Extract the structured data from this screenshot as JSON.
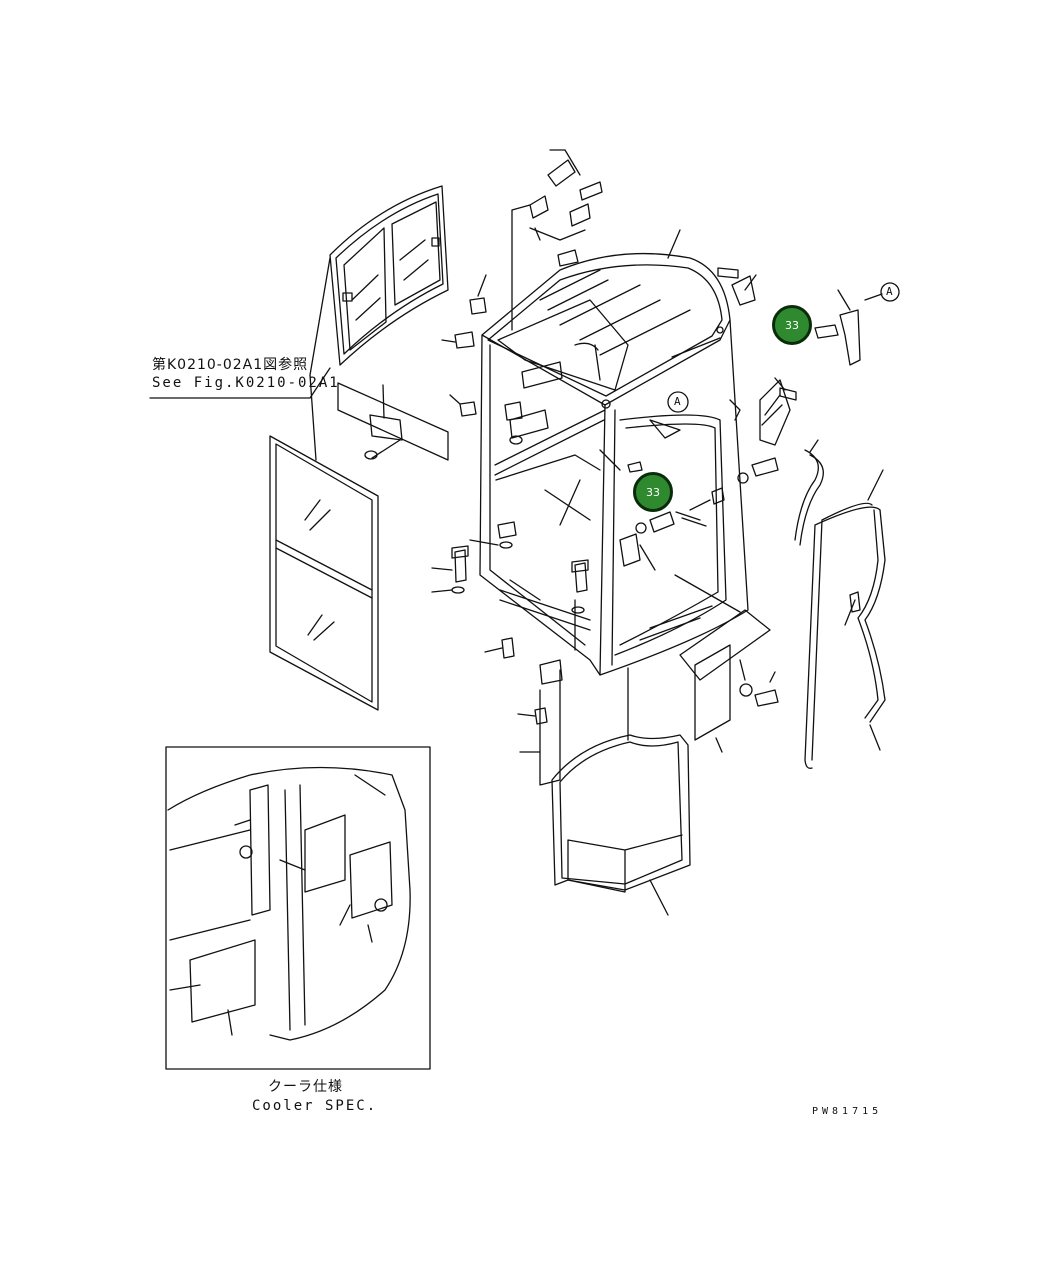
{
  "labels": {
    "reference_ja": "第K0210-02A1図参照",
    "reference_en": "See Fig.K0210-02A1",
    "inset_title_ja": "クーラ仕様",
    "inset_title_en": "Cooler SPEC.",
    "figure_code": "PW81715",
    "detail_marker": "A"
  },
  "callouts": [
    {
      "number": "33",
      "color": "#2f8a2f"
    },
    {
      "number": "33",
      "color": "#2f8a2f"
    }
  ],
  "colors": {
    "line": "#111111",
    "callout_fill": "#2f8a2f",
    "callout_border": "#0b2c0b"
  }
}
